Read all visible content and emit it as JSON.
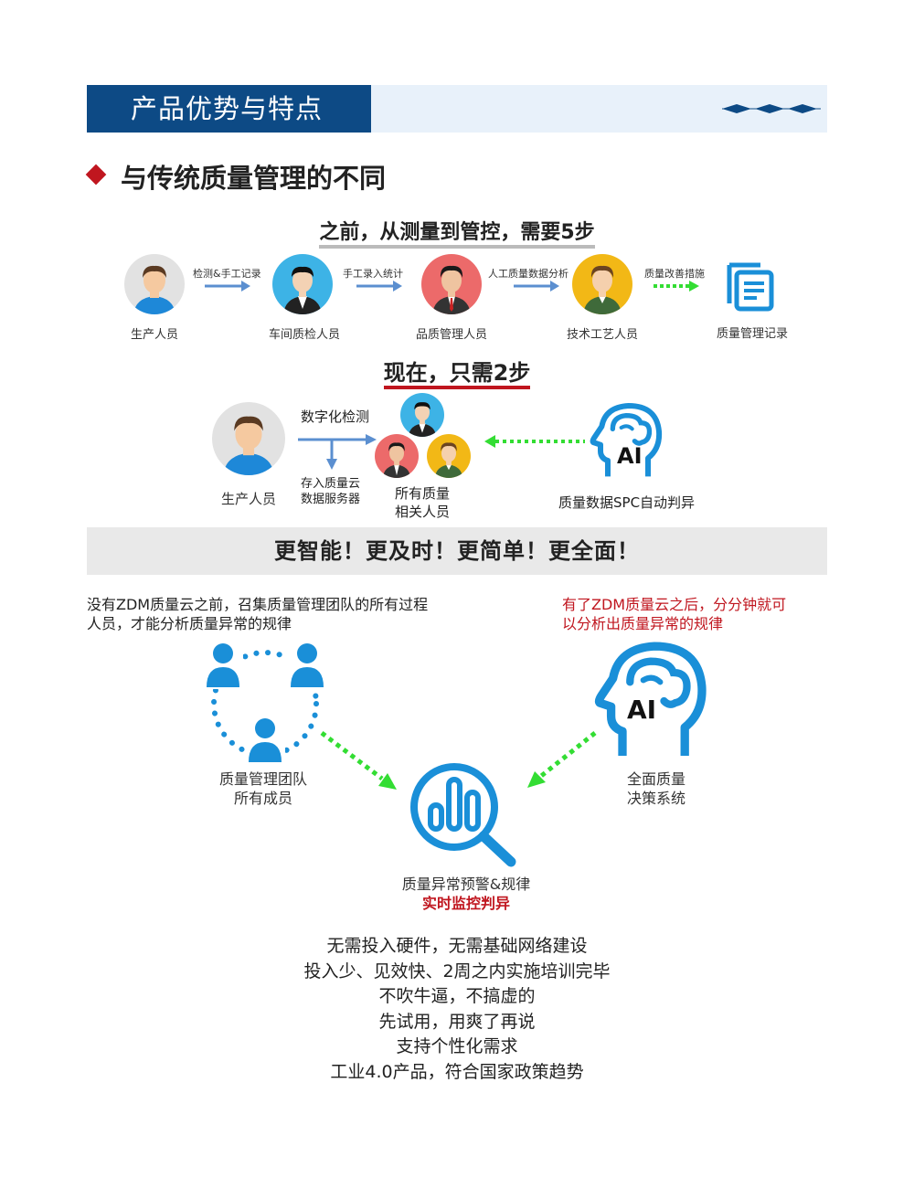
{
  "header": {
    "title": "产品优势与特点"
  },
  "section": {
    "title": "与传统质量管理的不同"
  },
  "before": {
    "heading": "之前，从测量到管控，需要5步",
    "steps": [
      {
        "label": "生产人员"
      },
      {
        "label": "车间质检人员"
      },
      {
        "label": "品质管理人员"
      },
      {
        "label": "技术工艺人员"
      },
      {
        "label": "质量管理记录"
      }
    ],
    "arrows": [
      "检测&手工记录",
      "手工录入统计",
      "人工质量数据分析",
      "质量改善措施"
    ]
  },
  "now": {
    "heading": "现在，只需2步",
    "producer": "生产人员",
    "digital": "数字化检测",
    "store": [
      "存入质量云",
      "数据服务器"
    ],
    "group": [
      "所有质量",
      "相关人员"
    ],
    "ai_label": "AI",
    "ai_caption": "质量数据SPC自动判异"
  },
  "slogan": "更智能！更及时！更简单！更全面！",
  "compare": {
    "left_desc": [
      "没有ZDM质量云之前，召集质量管理团队的所有过程",
      "人员，才能分析质量异常的规律"
    ],
    "right_desc": [
      "有了ZDM质量云之后，分分钟就可",
      "以分析出质量异常的规律"
    ],
    "team_label": [
      "质量管理团队",
      "所有成员"
    ],
    "ai_label": "AI",
    "system_label": [
      "全面质量",
      "决策系统"
    ],
    "result_label": "质量异常预警&规律",
    "result_sub": "实时监控判异"
  },
  "benefits": [
    "无需投入硬件，无需基础网络建设",
    "投入少、见效快、2周之内实施培训完毕",
    "不吹牛逼，不搞虚的",
    "先试用，用爽了再说",
    "支持个性化需求",
    "工业4.0产品，符合国家政策趋势"
  ],
  "colors": {
    "brand_blue": "#0d4a85",
    "accent_red": "#c0161f",
    "icon_blue": "#1a8fd8",
    "arrow_green": "#33dd33"
  }
}
